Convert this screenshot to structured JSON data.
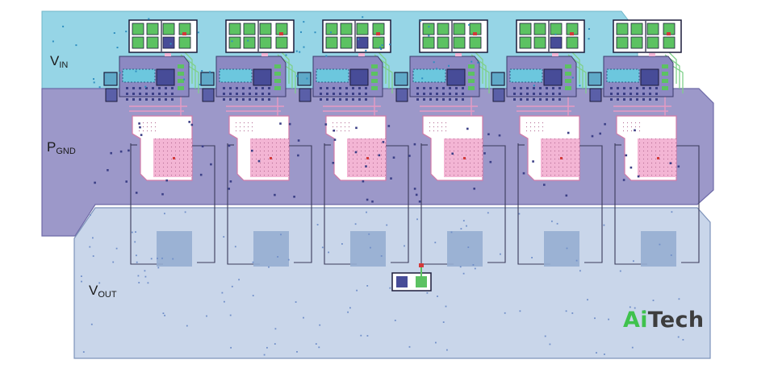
{
  "labels": {
    "vin_main": "V",
    "vin_sub": "IN",
    "pgnd_main": "P",
    "pgnd_sub": "GND",
    "vout_main": "V",
    "vout_sub": "OUT"
  },
  "logo": {
    "part1": "Ai",
    "part2": "Tech"
  },
  "colors": {
    "vin_plane": "#96d5e6",
    "pgnd_plane": "#9c98c9",
    "vout_plane": "#c9d6ea",
    "pad_green": "#5cc262",
    "pad_navy": "#474c98",
    "pink_pad": "#f3b5d4",
    "inductor_pad": "#96aed2",
    "trace": "#3a3a5a",
    "logo_green": "#3fc24d",
    "logo_gray": "#3d3d3d"
  },
  "phase_count": 6
}
